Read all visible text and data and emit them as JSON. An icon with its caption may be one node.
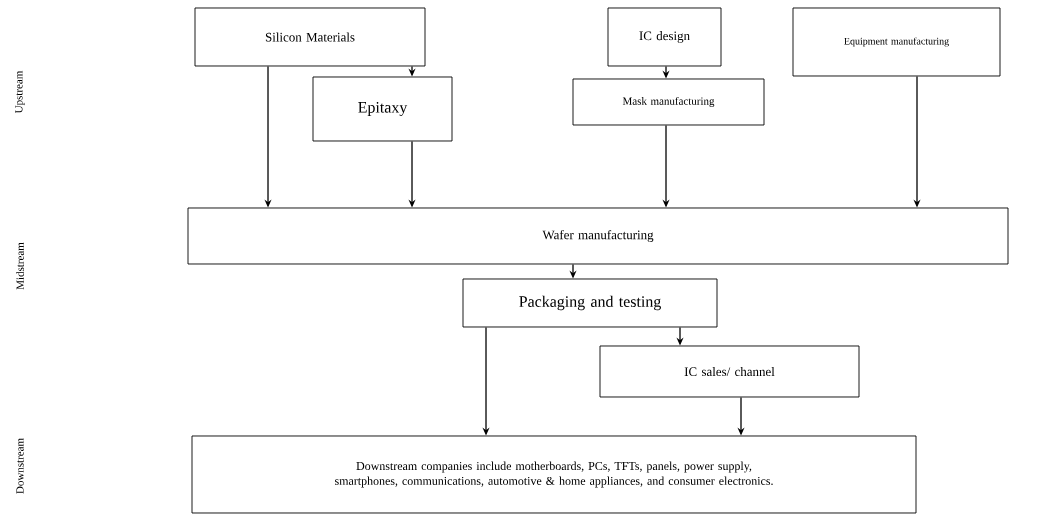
{
  "diagram": {
    "nodes": [
      {
        "text": [
          "Silicon Materials"
        ]
      },
      {
        "text": [
          "IC design"
        ]
      },
      {
        "text": [
          "Equipment manufacturing"
        ]
      },
      {
        "text": [
          "Epitaxy"
        ]
      },
      {
        "text": [
          "Mask manufacturing"
        ]
      },
      {
        "text": [
          "Wafer manufacturing"
        ]
      },
      {
        "text": [
          "Packaging and testing"
        ]
      },
      {
        "text": [
          "IC sales/ channel"
        ]
      },
      {
        "text": [
          "Downstream companies include motherboards, PCs, TFTs, panels, power supply, smartphones, communications, automotive & home appliances, and consumer electronics."
        ]
      }
    ],
    "edges": [
      {
        "from": 0,
        "to": 5,
        "arrow": "to"
      },
      {
        "from": 0,
        "to": 3,
        "arrow": "to"
      },
      {
        "from": 3,
        "to": 5,
        "arrow": "to"
      },
      {
        "from": 1,
        "to": 4,
        "arrow": "to"
      },
      {
        "from": 4,
        "to": 5,
        "arrow": "to"
      },
      {
        "from": 2,
        "to": 5,
        "arrow": "to"
      },
      {
        "from": 5,
        "to": 6,
        "arrow": "to"
      },
      {
        "from": 6,
        "to": 7,
        "arrow": "to"
      },
      {
        "from": 6,
        "to": 8,
        "arrow": "to"
      },
      {
        "from": 7,
        "to": 8,
        "arrow": "to"
      }
    ],
    "labels": [
      "Upstream",
      "Midstream",
      "Downstream"
    ]
  }
}
